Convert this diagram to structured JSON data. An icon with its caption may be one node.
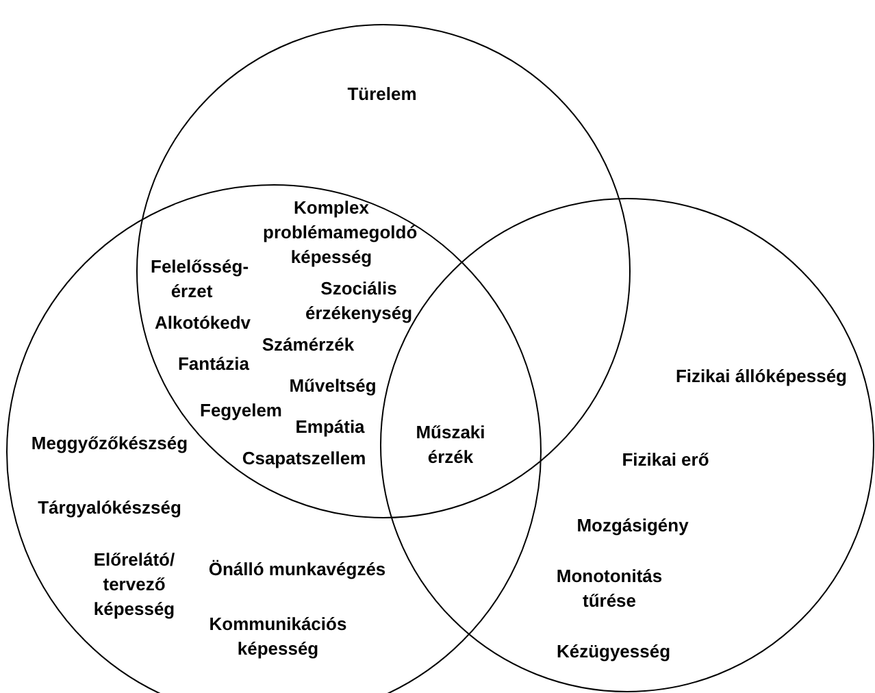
{
  "diagram": {
    "labels": [
      "Türelem",
      "Komplex problémamegoldó képesség",
      "Felelősség-érzet",
      "Szociális érzékenység",
      "Alkotókedv",
      "Számérzék",
      "Fantázia",
      "Műveltség",
      "Fegyelem",
      "Empátia",
      "Műszaki érzék",
      "Fizikai állóképesség",
      "Meggyőzőkészség",
      "Fizikai erő",
      "Csapatszellem",
      "Tárgyalókészség",
      "Mozgásigény",
      "Előrelátó/ tervező képesség",
      "Önálló munkavégzés",
      "Monotonitás tűrése",
      "Kommunikációs képesség",
      "Kézügyesség"
    ]
  }
}
